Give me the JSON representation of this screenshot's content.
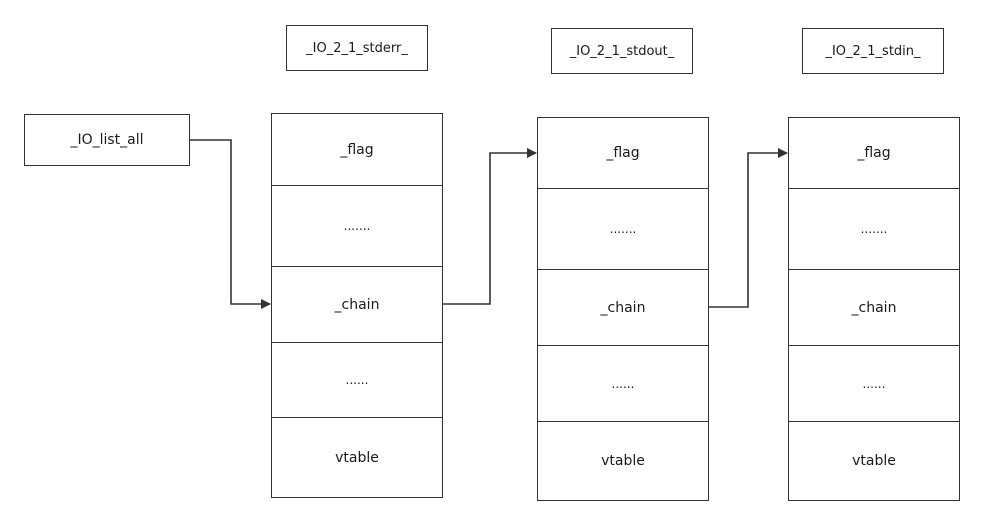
{
  "pointer": {
    "label": "_IO_list_all"
  },
  "structs": [
    {
      "title": "_IO_2_1_stderr_",
      "fields": [
        "_flag",
        ".......",
        "_chain",
        "......",
        "vtable"
      ]
    },
    {
      "title": "_IO_2_1_stdout_",
      "fields": [
        "_flag",
        ".......",
        "_chain",
        "......",
        "vtable"
      ]
    },
    {
      "title": "_IO_2_1_stdin_",
      "fields": [
        "_flag",
        ".......",
        "_chain",
        "......",
        "vtable"
      ]
    }
  ],
  "colors": {
    "stroke": "#333333",
    "background": "#ffffff",
    "text": "#1a1a1a"
  }
}
